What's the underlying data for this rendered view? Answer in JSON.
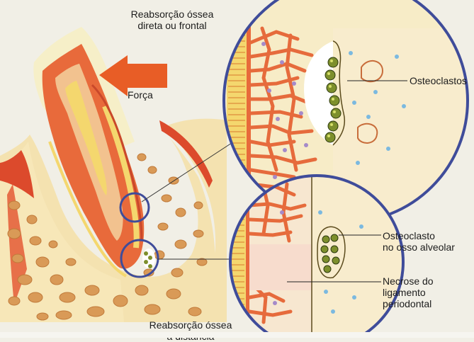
{
  "labels": {
    "top_line1": "Reabsorção óssea",
    "top_line2": "direta ou frontal",
    "forca": "Força",
    "osteoclastos": "Osteoclastos",
    "osteoclasto_line1": "Osteoclasto",
    "osteoclasto_line2": "no osso alveolar",
    "necrose_line1": "Necrose do",
    "necrose_line2": "ligamento",
    "necrose_line3": "periodontal",
    "bottom_line1": "Reabsorção óssea",
    "bottom_line2": "a distância"
  },
  "colors": {
    "background": "#f1efe6",
    "enamel": "#f6efc8",
    "dentin": "#e86a3b",
    "pulp": "#f4d76e",
    "bone": "#f7e7b8",
    "marrow": "#d99a57",
    "gum": "#d9442b",
    "circle_border": "#3f4c9a",
    "arrow": "#e85d26"
  }
}
